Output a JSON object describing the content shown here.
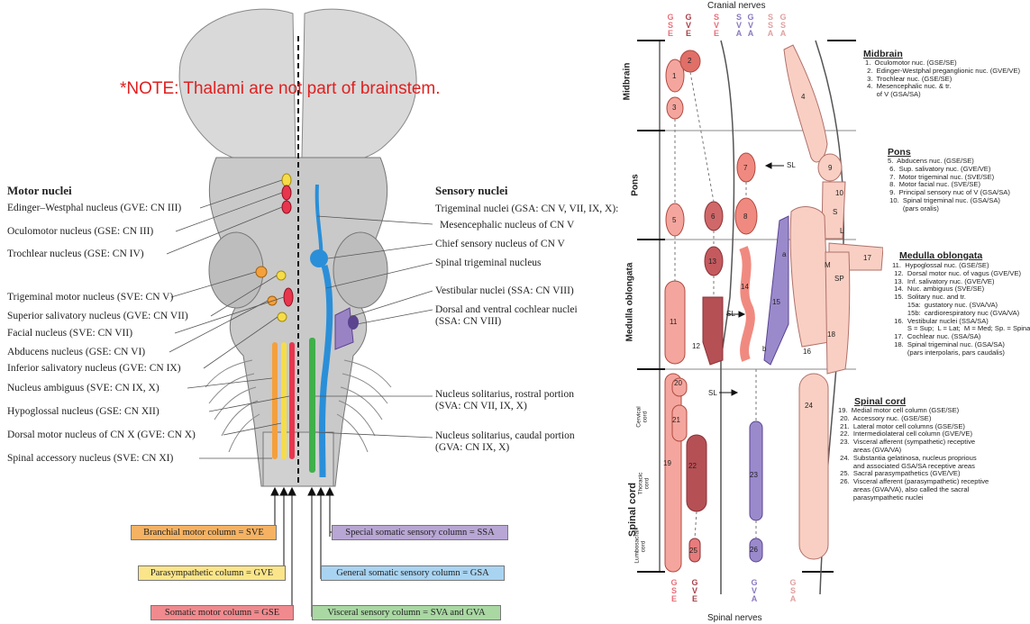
{
  "left": {
    "note": "*NOTE: Thalami are not part of brainstem.",
    "motor_heading": "Motor nuclei",
    "sensory_heading": "Sensory nuclei",
    "motor_nuclei": [
      "Edinger–Westphal nucleus (GVE: CN III)",
      "Oculomotor nucleus (GSE: CN III)",
      "Trochlear nucleus (GSE: CN IV)",
      "Trigeminal motor nucleus (SVE: CN V)",
      "Superior salivatory nucleus (GVE: CN VII)",
      "Facial nucleus (SVE: CN VII)",
      "Abducens nucleus (GSE: CN VI)",
      "Inferior salivatory nucleus (GVE: CN IX)",
      "Nucleus ambiguus (SVE: CN IX, X)",
      "Hypoglossal nucleus (GSE: CN XII)",
      "Dorsal motor nucleus of CN X (GVE: CN X)",
      "Spinal accessory nucleus (SVE: CN XI)"
    ],
    "sensory_nuclei": [
      "Trigeminal nuclei (GSA: CN V, VII, IX, X):",
      "Mesencephalic nucleus of CN V",
      "Chief sensory nucleus of CN V",
      "Spinal trigeminal nucleus",
      "Vestibular nuclei (SSA: CN VIII)",
      "Dorsal and ventral cochlear nuclei",
      "(SSA: CN VIII)",
      "Nucleus solitarius, rostral portion",
      "(SVA: CN VII, IX, X)",
      "Nucleus solitarius, caudal portion",
      "(GVA: CN IX, X)"
    ],
    "legend": [
      {
        "label": "Branchial motor column = SVE",
        "bg": "#f5b263"
      },
      {
        "label": "Parasympathetic column = GVE",
        "bg": "#fbe58a"
      },
      {
        "label": "Somatic motor column = GSE",
        "bg": "#f08a8e"
      },
      {
        "label": "Special somatic sensory column = SSA",
        "bg": "#b8a6d4"
      },
      {
        "label": "General somatic sensory column = GSA",
        "bg": "#a9d4f1"
      },
      {
        "label": "Visceral sensory column = SVA and GVA",
        "bg": "#a9d8a3"
      }
    ],
    "column_colors": {
      "sve": "#f4a03c",
      "gve": "#f6dc48",
      "gse": "#e8364e",
      "ssa": "#9a83c4",
      "gsa": "#2a8fd8",
      "visceral": "#3fb04a"
    }
  },
  "right": {
    "top_title": "Cranial nerves",
    "bottom_title": "Spinal nerves",
    "top_codes": [
      "G\nS\nE",
      "G\nV\nE",
      "S\nV\nE",
      "S\nV\nA",
      "G\nV\nA",
      "S\nS\nA",
      "G\nS\nA"
    ],
    "bottom_codes": [
      "G\nS\nE",
      "G\nV\nE",
      "G\nV\nA",
      "G\nS\nA"
    ],
    "regions": [
      "Midbrain",
      "Pons",
      "Medulla oblongata",
      "Spinal cord"
    ],
    "cord_subregions": [
      "Cervical\ncord",
      "Thoracic\ncord",
      "Lumbosacral\ncord"
    ],
    "sl": "SL",
    "nucleus_numbers": [
      "1",
      "2",
      "3",
      "4",
      "5",
      "6",
      "7",
      "8",
      "9",
      "10",
      "11",
      "12",
      "13",
      "14",
      "15",
      "16",
      "17",
      "18",
      "19",
      "20",
      "21",
      "22",
      "23",
      "24",
      "25",
      "26",
      "a",
      "b",
      "S",
      "L",
      "M",
      "SP"
    ],
    "midbrain": {
      "title": "Midbrain",
      "items": "1.  Oculomotor nuc. (GSE/SE)\n 2.  Edinger-Westphal preganglionic nuc. (GVE/VE)\n 3.  Trochlear nuc. (GSE/SE)\n 4.  Mesencephalic nuc. & tr.\n      of V (GSA/SA)"
    },
    "pons": {
      "title": "Pons",
      "items": "5.  Abducens nuc. (GSE/SE)\n 6.  Sup. salivatory nuc. (GVE/VE)\n 7.  Motor trigeminal nuc. (SVE/SE)\n 8.  Motor facial nuc. (SVE/SE)\n 9.  Principal sensory nuc of V (GSA/SA)\n 10.  Spinal trigeminal nuc. (GSA/SA)\n        (pars oralis)"
    },
    "medulla": {
      "title": "Medulla oblongata",
      "items": "11.  Hypoglossal nuc. (GSE/SE)\n 12.  Dorsal motor nuc. of vagus (GVE/VE)\n 13.  Inf. salivatory nuc. (GVE/VE)\n 14.  Nuc. ambiguus (SVE/SE)\n 15.  Solitary nuc. and tr.\n        15a:  gustatory nuc. (SVA/VA)\n        15b:  cardiorespiratory nuc (GVA/VA)\n 16.  Vestibular nuclei (SSA/SA)\n        S = Sup;  L = Lat;  M = Med; Sp. = Spinal\n 17.  Cochlear nuc. (SSA/SA)\n 18.  Spinal trigeminal nuc. (GSA/SA)\n        (pars interpolaris, pars caudalis)"
    },
    "spinal": {
      "title": "Spinal cord",
      "items": "19.  Medial motor cell column (GSE/SE)\n 20.  Accessory nuc. (GSE/SE)\n 21.  Lateral motor cell columns (GSE/SE)\n 22.  Intermediolateral cell column (GVE/VE)\n 23.  Visceral afferent (sympathetic) receptive\n        areas (GVA/VA)\n 24.  Substantia gelatinosa, nucleus proprious\n        and associated GSA/SA receptive areas\n 25.  Sacral parasympathetics (GVE/VE)\n 26.  Visceral afferent (parasympathetic) receptive\n        areas (GVA/VA), also called the sacral\n        parasympathetic nuclei"
    }
  }
}
